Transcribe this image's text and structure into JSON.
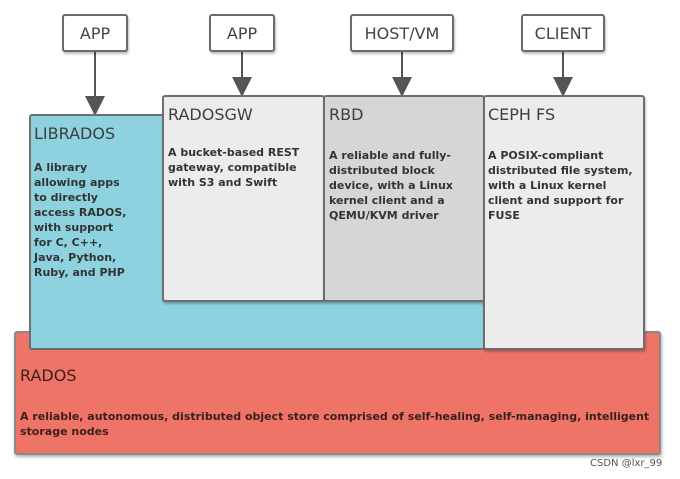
{
  "clients": [
    {
      "label": "APP"
    },
    {
      "label": "APP"
    },
    {
      "label": "HOST/VM"
    },
    {
      "label": "CLIENT"
    }
  ],
  "components": {
    "librados": {
      "title": "LIBRADOS",
      "description": "A library allowing apps to directly access RADOS, with support for C, C++, Java, Python, Ruby, and PHP"
    },
    "radosgw": {
      "title": "RADOSGW",
      "description": "A bucket-based REST gateway, compatible with S3 and Swift"
    },
    "rbd": {
      "title": "RBD",
      "description": "A reliable and fully-distributed block device, with a Linux kernel client and a QEMU/KVM driver"
    },
    "cephfs": {
      "title": "CEPH FS",
      "description": "A POSIX-compliant distributed file system, with a Linux kernel client and support for FUSE"
    },
    "rados": {
      "title": "RADOS",
      "description": "A reliable, autonomous, distributed object store comprised of self-healing, self-managing, intelligent storage nodes"
    }
  },
  "colors": {
    "rados": "#ef7468",
    "librados": "#8dd2de",
    "radosgw": "#ececec",
    "rbd": "#d6d6d6",
    "cephfs": "#ececec"
  },
  "watermark": "CSDN @lxr_99"
}
